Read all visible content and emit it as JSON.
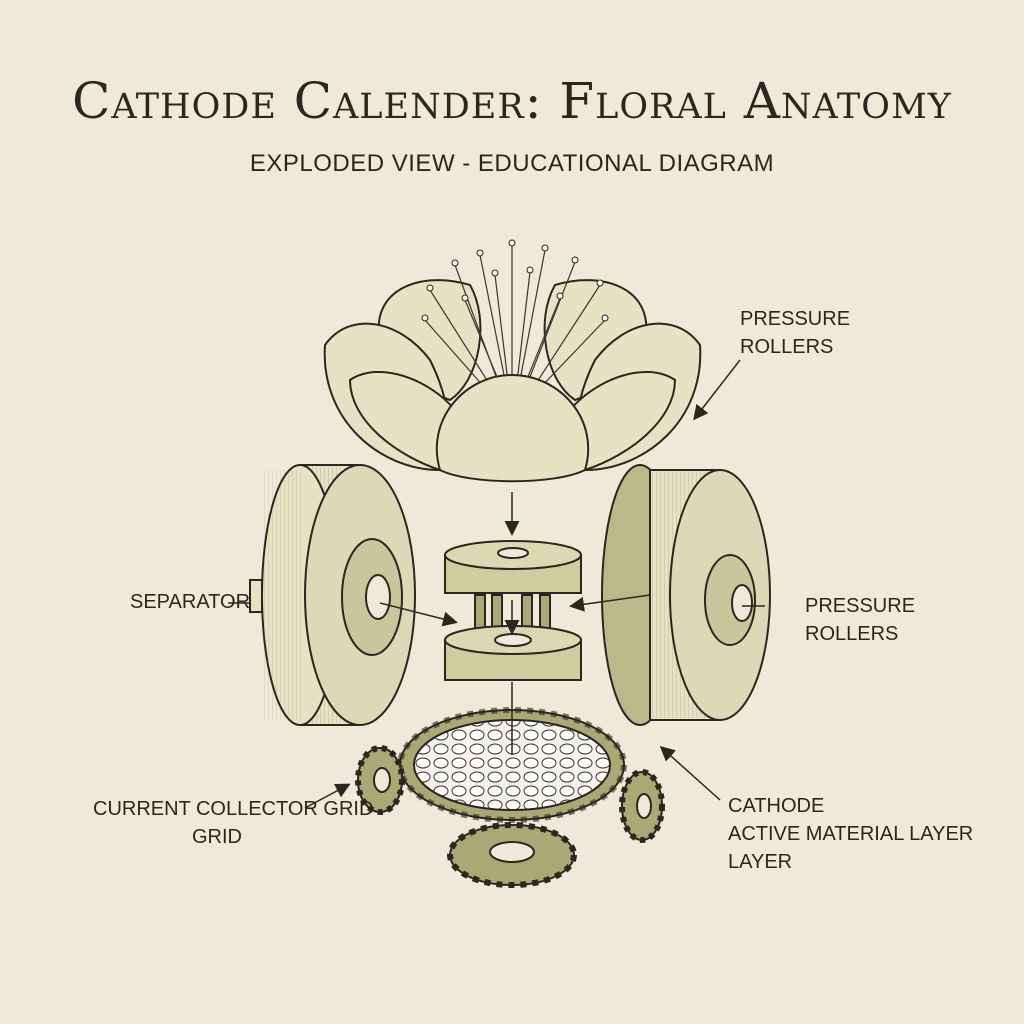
{
  "title": "Cathode Calender: Floral Anatomy",
  "subtitle": "EXPLODED VIEW - EDUCATIONAL DIAGRAM",
  "labels": {
    "pressure_rollers_top": [
      "PRESSURE",
      "ROLLERS"
    ],
    "separator": [
      "SEPARATOR"
    ],
    "pressure_rollers_right": [
      "PRESSURE",
      "ROLLERS"
    ],
    "current_collector": [
      "CURRENT COLLECTOR GRID",
      "GRID"
    ],
    "cathode_layer": [
      "CATHODE",
      "ACTIVE MATERIAL LAYER",
      "LAYER"
    ]
  },
  "colors": {
    "background": "#efe9d9",
    "ink": "#2a2620",
    "component_fill": "#e6e3c4",
    "component_shade": "#b9b98a",
    "gear_fill": "#aaa874"
  }
}
